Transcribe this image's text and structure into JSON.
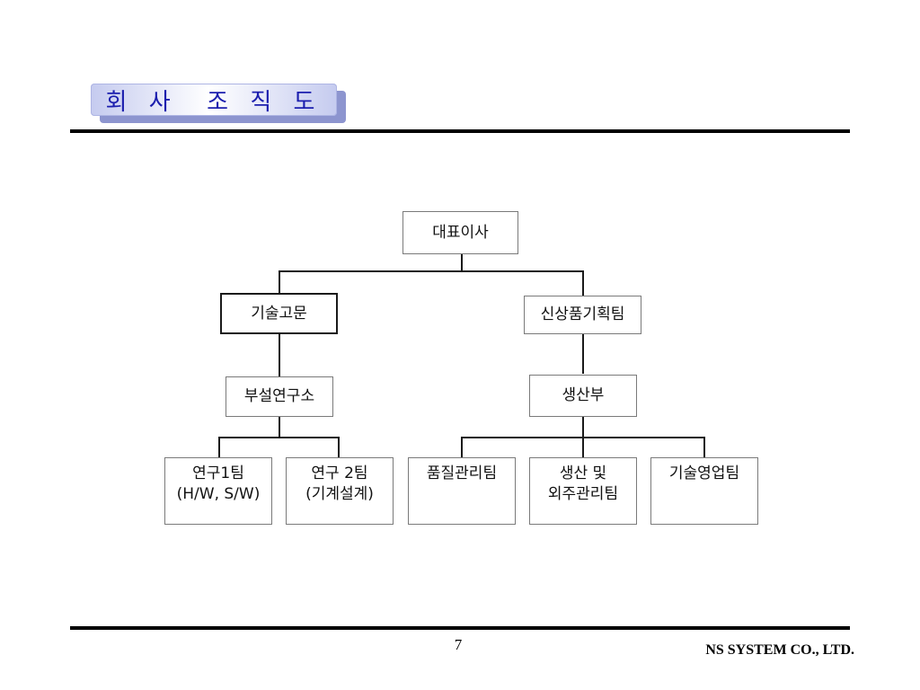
{
  "header": {
    "title": "회 사  조 직 도"
  },
  "org_chart": {
    "ceo": "대표이사",
    "advisor": "기술고문",
    "product_planning": "신상품기획팀",
    "lab": "부설연구소",
    "production": "생산부",
    "lab_teams": [
      {
        "line1": "연구1팀",
        "line2": "(H/W, S/W)"
      },
      {
        "line1": "연구 2팀",
        "line2": "(기계설계)"
      }
    ],
    "production_teams": [
      {
        "line1": "품질관리팀",
        "line2": ""
      },
      {
        "line1": "생산 및",
        "line2": "외주관리팀"
      },
      {
        "line1": "기술영업팀",
        "line2": ""
      }
    ]
  },
  "footer": {
    "page_number": "7",
    "company": "NS SYSTEM CO., LTD."
  }
}
